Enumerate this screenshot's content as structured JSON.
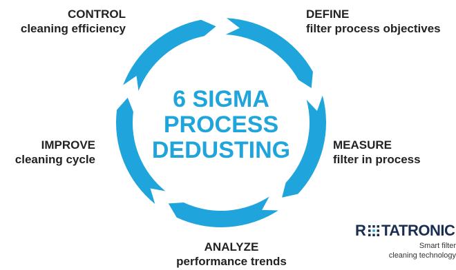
{
  "center": {
    "line1": "6 SIGMA",
    "line2": "PROCESS",
    "line3": "DEDUSTING"
  },
  "steps": {
    "define": {
      "title": "DEFINE",
      "desc": "filter process objectives"
    },
    "measure": {
      "title": "MEASURE",
      "desc": "filter in process"
    },
    "analyze": {
      "title": "ANALYZE",
      "desc": "performance trends"
    },
    "improve": {
      "title": "IMPROVE",
      "desc": "cleaning cycle"
    },
    "control": {
      "title": "CONTROL",
      "desc": "cleaning efficiency"
    }
  },
  "logo": {
    "brand_first": "R",
    "brand_rest": "TATRONIC",
    "tagline_1": "Smart filter",
    "tagline_2": "cleaning technology"
  },
  "colors": {
    "cycle": "#1fa5dc",
    "text": "#222222",
    "brand": "#1b2e52"
  }
}
